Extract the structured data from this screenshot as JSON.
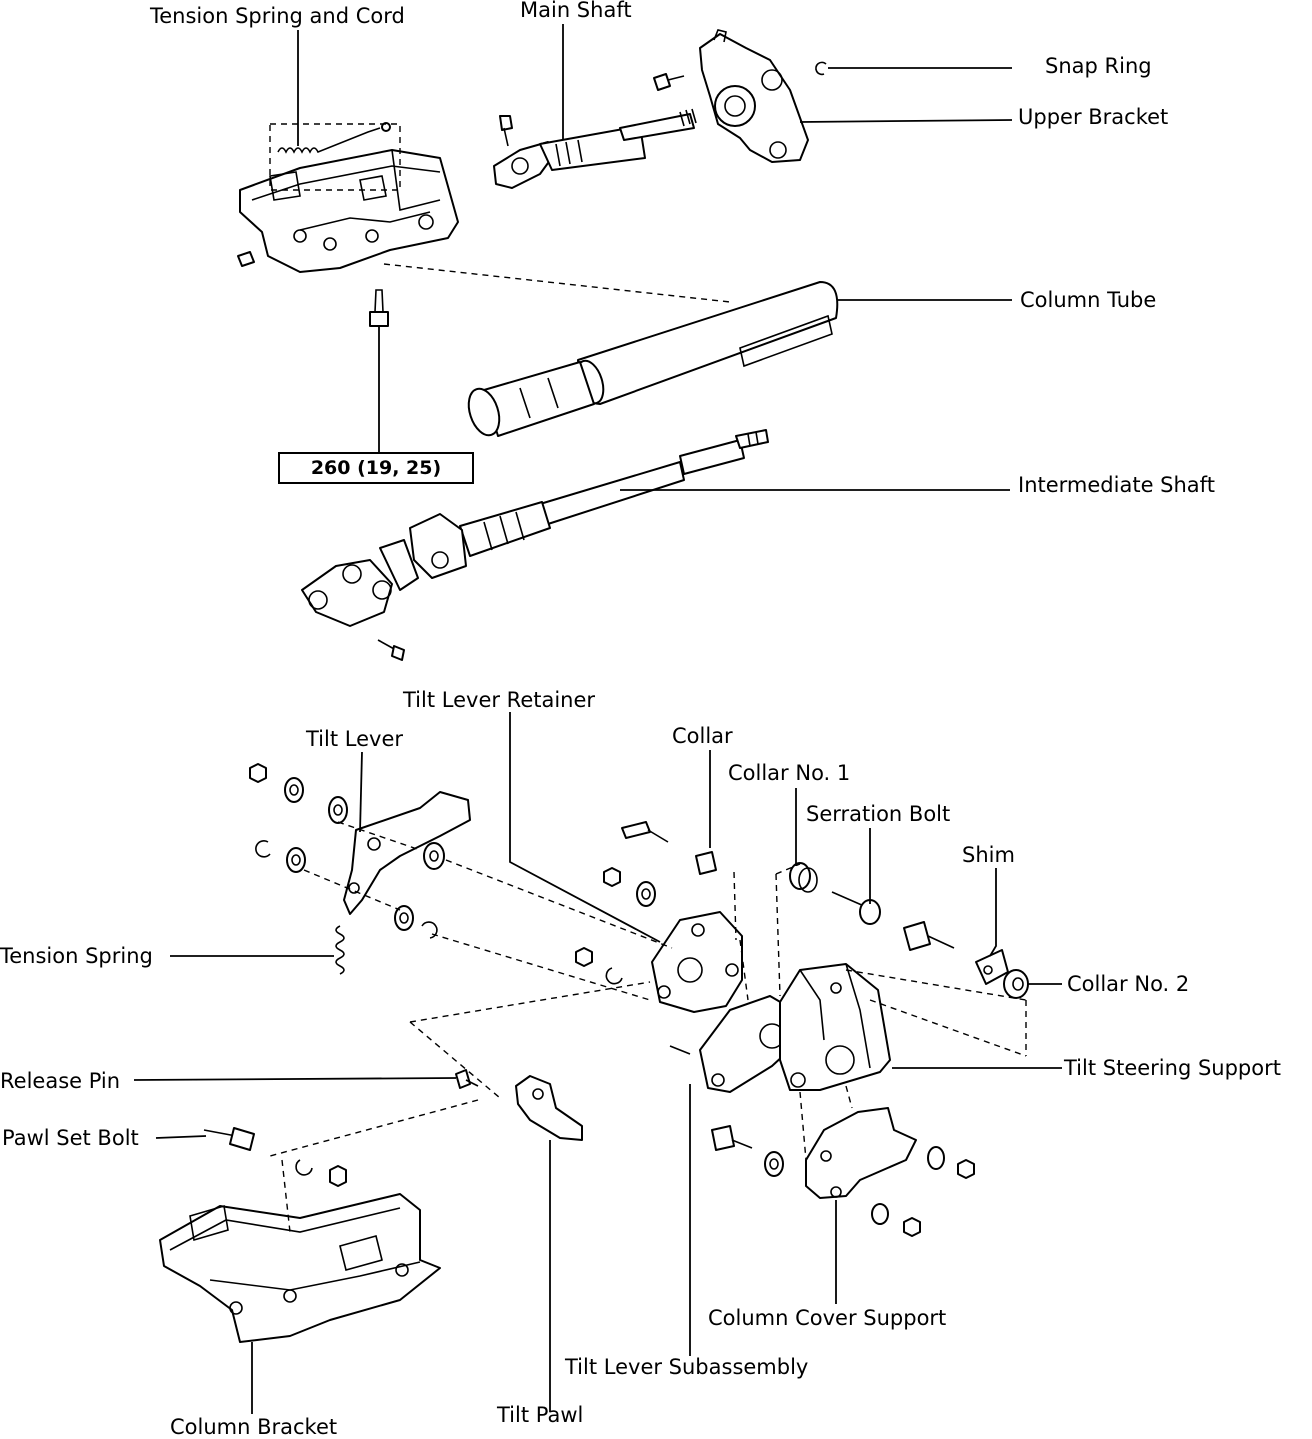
{
  "title": "Tilt steering column exploded view",
  "labels": {
    "tension_spring_and_cord": "Tension Spring and Cord",
    "main_shaft": "Main Shaft",
    "snap_ring": "Snap Ring",
    "upper_bracket": "Upper Bracket",
    "column_tube": "Column Tube",
    "intermediate_shaft": "Intermediate Shaft",
    "tilt_lever_retainer": "Tilt Lever Retainer",
    "tilt_lever": "Tilt Lever",
    "collar": "Collar",
    "collar_no1": "Collar No. 1",
    "serration_bolt": "Serration Bolt",
    "shim": "Shim",
    "tension_spring": "Tension Spring",
    "collar_no2": "Collar No. 2",
    "tilt_steering_support": "Tilt Steering Support",
    "release_pin": "Release Pin",
    "pawl_set_bolt": "Pawl Set Bolt",
    "column_cover_support": "Column Cover Support",
    "tilt_lever_subassembly": "Tilt Lever Subassembly",
    "tilt_pawl": "Tilt Pawl",
    "column_bracket": "Column Bracket"
  },
  "torque_spec": "260 (19, 25)"
}
